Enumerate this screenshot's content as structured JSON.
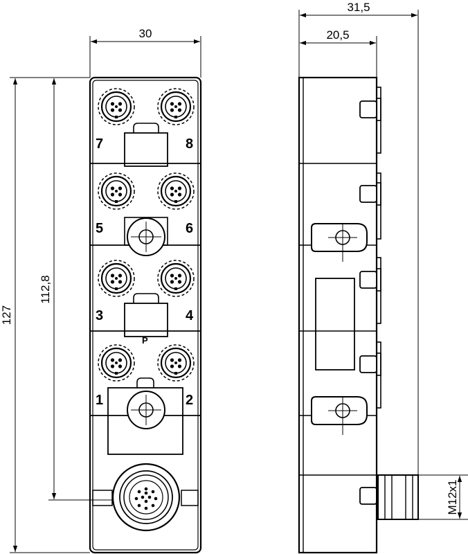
{
  "dimensions": {
    "overall_depth": "31,5",
    "body_depth": "20,5",
    "width": "30",
    "overall_height": "127",
    "hole_spacing": "112,8",
    "thread": "M12x1"
  },
  "ports": [
    "7",
    "8",
    "5",
    "6",
    "3",
    "4",
    "1",
    "2"
  ],
  "marker": "P"
}
